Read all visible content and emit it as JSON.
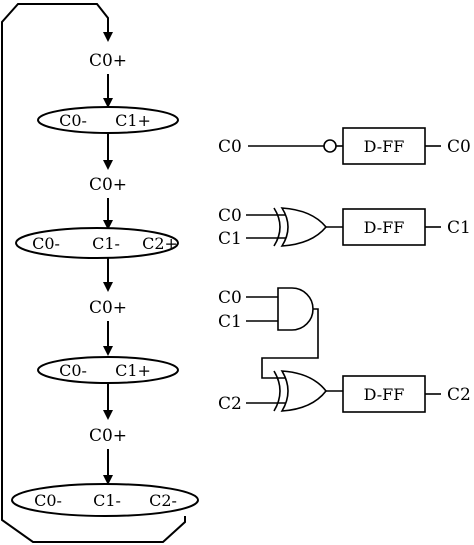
{
  "state_diagram": {
    "transitions": [
      "C0+",
      "C0+",
      "C0+",
      "C0+"
    ],
    "states": [
      [
        "C0-",
        "C1+"
      ],
      [
        "C0-",
        "C1-",
        "C2+"
      ],
      [
        "C0-",
        "C1+"
      ],
      [
        "C0-",
        "C1-",
        "C2-"
      ]
    ]
  },
  "circuit": {
    "stage0": {
      "input": "C0",
      "block": "D-FF",
      "output": "C0"
    },
    "stage1": {
      "inputs": [
        "C0",
        "C1"
      ],
      "block": "D-FF",
      "output": "C1"
    },
    "stage2": {
      "inputs": [
        "C0",
        "C1",
        "C2"
      ],
      "block": "D-FF",
      "output": "C2"
    }
  }
}
